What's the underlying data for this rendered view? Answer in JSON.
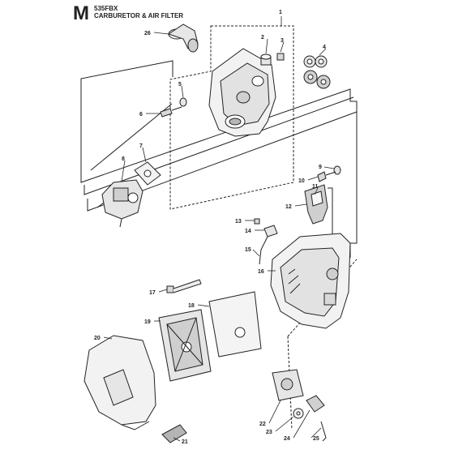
{
  "header": {
    "section_letter": "M",
    "model": "535FBX",
    "title": "CARBURETOR & AIR FILTER"
  },
  "callouts": [
    "1",
    "2",
    "3",
    "4",
    "5",
    "6",
    "7",
    "8",
    "9",
    "10",
    "11",
    "12",
    "13",
    "14",
    "15",
    "16",
    "17",
    "18",
    "19",
    "20",
    "21",
    "22",
    "23",
    "24",
    "25",
    "26"
  ],
  "colors": {
    "line": "#222222",
    "part_fill": "#f2f2f2",
    "part_shade": "#b5b5b5",
    "dark": "#555555"
  }
}
